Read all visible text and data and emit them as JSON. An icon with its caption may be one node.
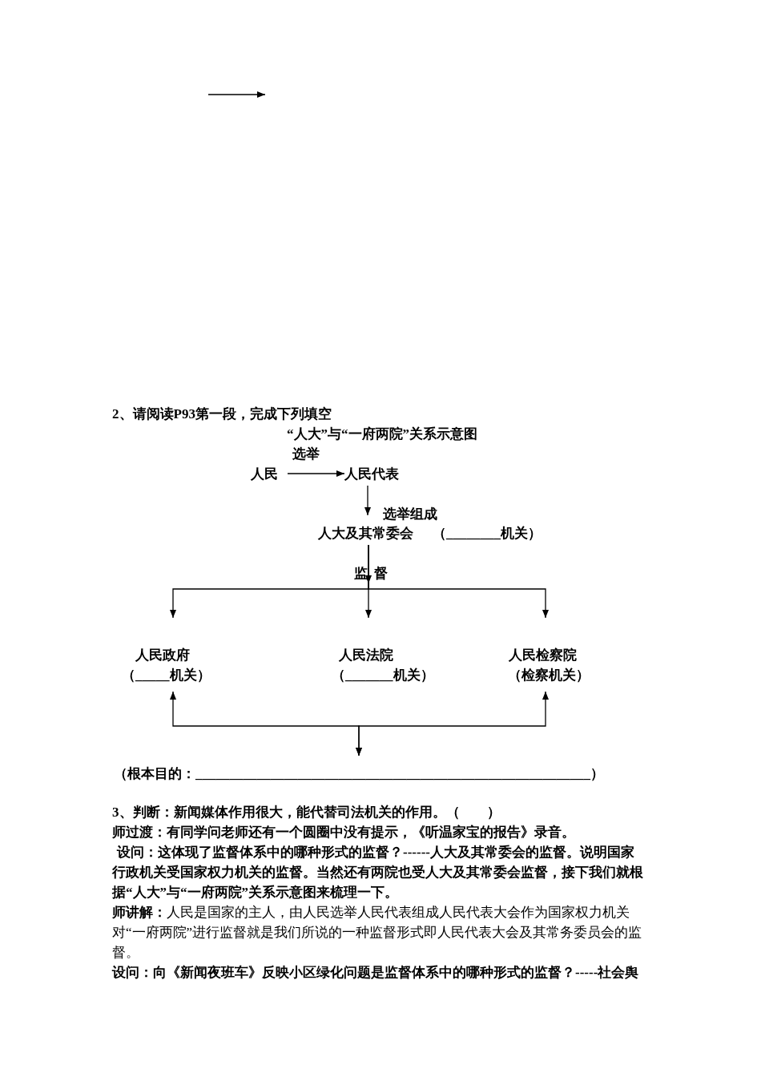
{
  "diagram": {
    "title": "“人大”与“一府两院”关系示意图",
    "nodes": [
      {
        "text": [
          "人民"
        ]
      },
      {
        "text": [
          "人民代表"
        ]
      },
      {
        "text": [
          "人大及其常委会"
        ],
        "beside": [
          "（________机关）"
        ]
      },
      {
        "text": [
          "人民政府",
          "（_____机关）"
        ]
      },
      {
        "text": [
          "人民法院",
          "（_______机关）"
        ]
      },
      {
        "text": [
          "人民检察院",
          "（检察机关）"
        ]
      },
      {
        "text": [
          "（根本目的：__________________________________________________________）"
        ]
      }
    ],
    "edges": [
      {
        "from": 0,
        "to": 1,
        "arrow": "to",
        "label": "选举"
      },
      {
        "from": 1,
        "to": 2,
        "arrow": "to",
        "label": "选举组成"
      },
      {
        "from": 2,
        "to": 3,
        "arrow": "to"
      },
      {
        "from": 2,
        "to": 4,
        "arrow": "to",
        "label": "监督"
      },
      {
        "from": 2,
        "to": 5,
        "arrow": "to"
      },
      {
        "from": 6,
        "to": 3,
        "arrow": "both"
      },
      {
        "from": 6,
        "to": 5,
        "arrow": "both"
      }
    ],
    "labels": [
      "2、请阅读P93第一段，完成下列填空",
      "3、判断：新闻媒体作用很大，能代替司法机关的作用。（　　）",
      "师过渡：有同学问老师还有一个圆圈中没有提示，《听温家宝的报告》录音。",
      "设问：这体现了监督体系中的哪种形式的监督？------人大及其常委会的监督。说明国家行政机关受国家权力机关的监督。当然还有两院也受人大及其常委会监督，接下我们就根据“人大”与“一府两院”关系示意图来梳理一下。",
      "**师讲解：**人民是国家的主人，由人民选举人民代表组成人民代表大会作为国家权力机关对“一府两院”进行监督就是我们所说的一种监督形式即人民代表大会及其常务委员会的监督。",
      "设问：向《新闻夜班车》反映小区绿化问题是监督体系中的哪种形式的监督？-----社会舆"
    ]
  }
}
